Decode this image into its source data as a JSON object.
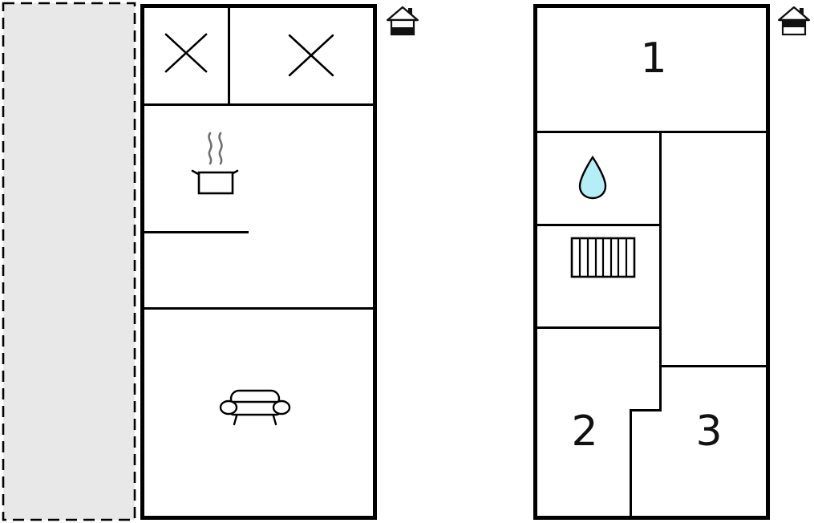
{
  "plan": {
    "type": "floor-plan",
    "floors": [
      {
        "id": "ground-floor",
        "indicator_icon": "house-ground-floor-icon",
        "rooms": [
          {
            "name": "terrace"
          },
          {
            "name": "crossed-room-1",
            "icon": "x-mark-icon"
          },
          {
            "name": "crossed-room-2",
            "icon": "x-mark-icon"
          },
          {
            "name": "kitchen",
            "icon": "cooking-pot-icon"
          },
          {
            "name": "living-room",
            "icon": "sofa-icon"
          }
        ]
      },
      {
        "id": "upper-floor",
        "indicator_icon": "house-upper-floor-icon",
        "rooms": [
          {
            "name": "room-1",
            "label": "1"
          },
          {
            "name": "bathroom",
            "icon": "water-drop-icon"
          },
          {
            "name": "stairs",
            "icon": "stairs-icon"
          },
          {
            "name": "room-2",
            "label": "2"
          },
          {
            "name": "room-3",
            "label": "3"
          }
        ]
      }
    ]
  },
  "colors": {
    "wall": "#000000",
    "terrace_fill": "#e8e8e8",
    "water_drop_fill": "#b5eef6",
    "background": "#ffffff",
    "steam": "#707070"
  }
}
